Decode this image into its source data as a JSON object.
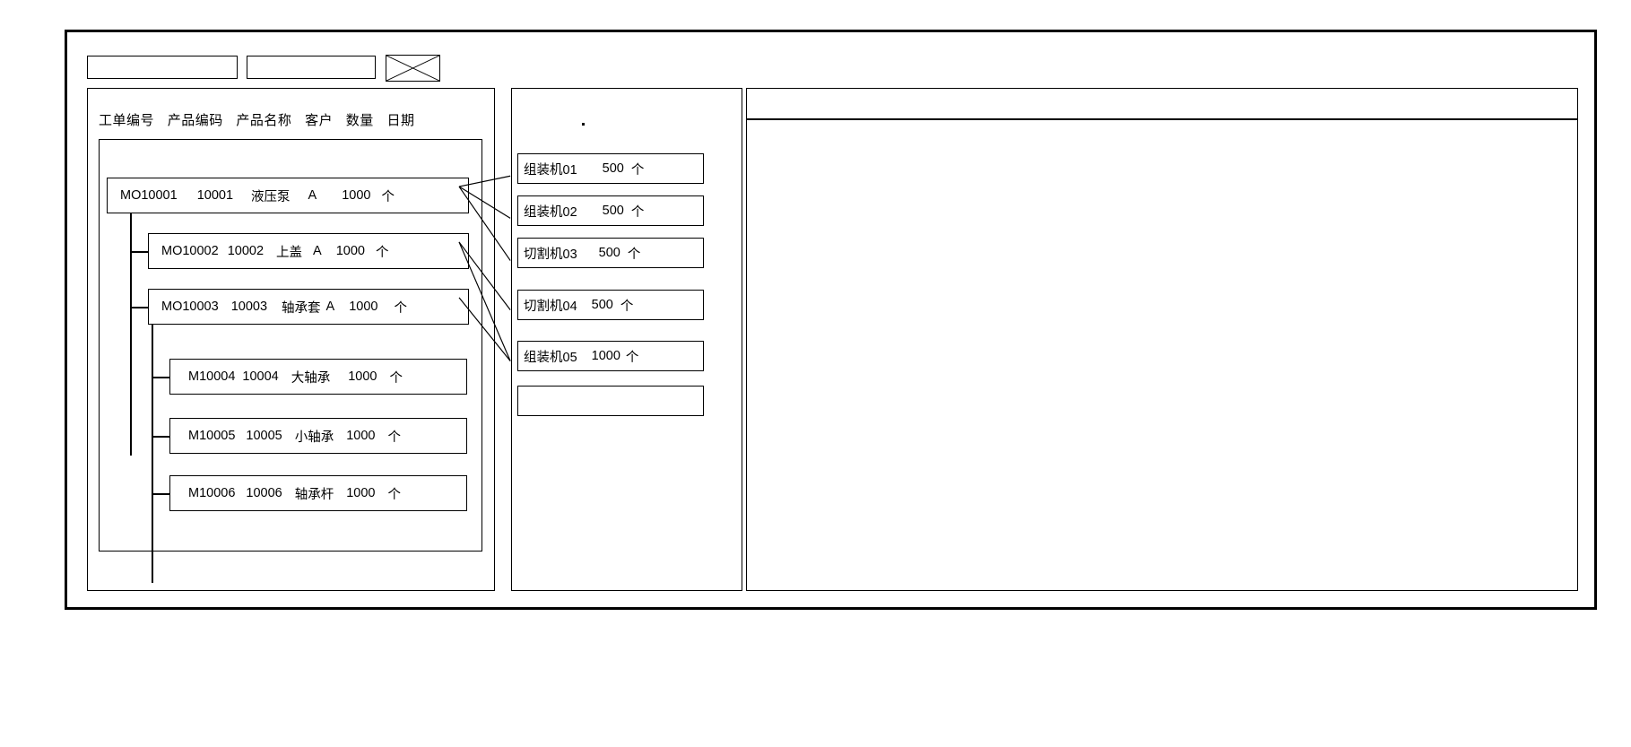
{
  "window": {
    "title": ""
  },
  "toolbar": {
    "field_1_value": "",
    "field_1_placeholder": "",
    "field_2_value": "",
    "field_2_placeholder": "",
    "image_placeholder_name": "image-placeholder-icon"
  },
  "left_panel": {
    "columns": [
      "工单编号",
      "产品编码",
      "产品名称",
      "客户",
      "数量",
      "日期"
    ],
    "rows": [
      {
        "level": 0,
        "order_no": "MO10001",
        "product_code": "10001",
        "product_name": "液压泵",
        "customer": "A",
        "quantity": "1000",
        "unit": "个",
        "date": ""
      },
      {
        "level": 1,
        "order_no": "MO10002",
        "product_code": "10002",
        "product_name": "上盖",
        "customer": "A",
        "quantity": "1000",
        "unit": "个",
        "date": ""
      },
      {
        "level": 1,
        "order_no": "MO10003",
        "product_code": "10003",
        "product_name": "轴承套",
        "customer": "A",
        "quantity": "1000",
        "unit": "个",
        "date": ""
      },
      {
        "level": 2,
        "order_no": "M10004",
        "product_code": "10004",
        "product_name": "大轴承",
        "customer": "",
        "quantity": "1000",
        "unit": "个",
        "date": ""
      },
      {
        "level": 2,
        "order_no": "M10005",
        "product_code": "10005",
        "product_name": "小轴承",
        "customer": "",
        "quantity": "1000",
        "unit": "个",
        "date": ""
      },
      {
        "level": 2,
        "order_no": "M10006",
        "product_code": "10006",
        "product_name": "轴承杆",
        "customer": "",
        "quantity": "1000",
        "unit": "个",
        "date": ""
      }
    ]
  },
  "middle_panel": {
    "cards": [
      {
        "name": "组装机01",
        "quantity": "500",
        "unit": "个"
      },
      {
        "name": "组装机02",
        "quantity": "500",
        "unit": "个"
      },
      {
        "name": "切割机03",
        "quantity": "500",
        "unit": "个"
      },
      {
        "name": "切割机04",
        "quantity": "500",
        "unit": "个"
      },
      {
        "name": "组装机05",
        "quantity": "1000",
        "unit": "个"
      },
      {
        "name": "",
        "quantity": "",
        "unit": ""
      }
    ]
  },
  "right_panel": {
    "content": ""
  },
  "colors": {
    "stroke": "#000000",
    "background": "#ffffff"
  }
}
